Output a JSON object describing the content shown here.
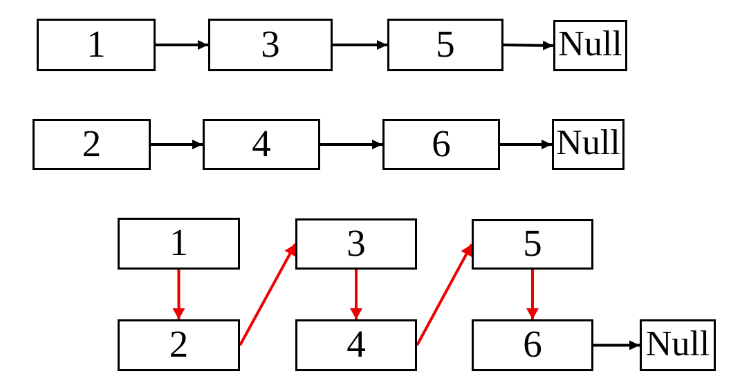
{
  "colors": {
    "black": "#000000",
    "red": "#ee0000",
    "box_fill": "#ffffff",
    "background": "#ffffff"
  },
  "nodes": {
    "a1": "1",
    "a3": "3",
    "a5": "5",
    "an": "Null",
    "b2": "2",
    "b4": "4",
    "b6": "6",
    "bn": "Null",
    "c1": "1",
    "c3": "3",
    "c5": "5",
    "c2": "2",
    "c4": "4",
    "c6": "6",
    "cn": "Null"
  },
  "diagram": {
    "lists": {
      "list_a": [
        "1",
        "3",
        "5",
        "Null"
      ],
      "list_b": [
        "2",
        "4",
        "6",
        "Null"
      ],
      "merged": [
        "1",
        "2",
        "3",
        "4",
        "5",
        "6",
        "Null"
      ]
    },
    "edges": [
      {
        "from": "a1",
        "to": "a3",
        "color": "black",
        "dir": "right"
      },
      {
        "from": "a3",
        "to": "a5",
        "color": "black",
        "dir": "right"
      },
      {
        "from": "a5",
        "to": "an",
        "color": "black",
        "dir": "right"
      },
      {
        "from": "b2",
        "to": "b4",
        "color": "black",
        "dir": "right"
      },
      {
        "from": "b4",
        "to": "b6",
        "color": "black",
        "dir": "right"
      },
      {
        "from": "b6",
        "to": "bn",
        "color": "black",
        "dir": "right"
      },
      {
        "from": "c1",
        "to": "c2",
        "color": "red",
        "dir": "down"
      },
      {
        "from": "c2",
        "to": "c3",
        "color": "red",
        "dir": "right"
      },
      {
        "from": "c3",
        "to": "c4",
        "color": "red",
        "dir": "down"
      },
      {
        "from": "c4",
        "to": "c5",
        "color": "red",
        "dir": "right"
      },
      {
        "from": "c5",
        "to": "c6",
        "color": "red",
        "dir": "down"
      },
      {
        "from": "c6",
        "to": "cn",
        "color": "black",
        "dir": "right"
      }
    ]
  }
}
